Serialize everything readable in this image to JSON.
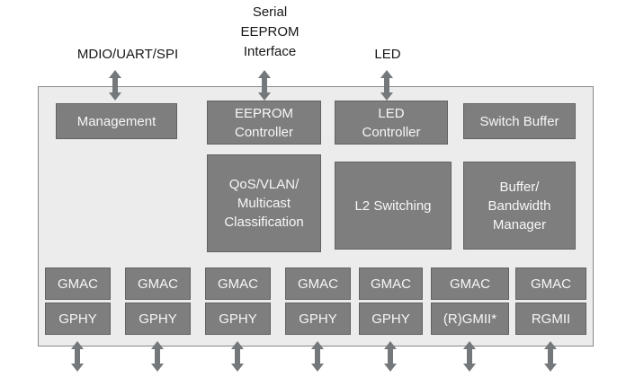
{
  "external_labels": {
    "mdio_uart_spi": "MDIO/UART/SPI",
    "serial_eeprom": "Serial\nEEPROM\nInterface",
    "led": "LED"
  },
  "blocks": {
    "management": "Management",
    "eeprom_controller": "EEPROM\nController",
    "led_controller": "LED\nController",
    "switch_buffer": "Switch Buffer",
    "qos_vlan_multicast": "QoS/VLAN/\nMulticast\nClassification",
    "l2_switching": "L2 Switching",
    "buffer_bandwidth_manager": "Buffer/\nBandwidth\nManager"
  },
  "ports": [
    {
      "mac": "GMAC",
      "phy": "GPHY"
    },
    {
      "mac": "GMAC",
      "phy": "GPHY"
    },
    {
      "mac": "GMAC",
      "phy": "GPHY"
    },
    {
      "mac": "GMAC",
      "phy": "GPHY"
    },
    {
      "mac": "GMAC",
      "phy": "GPHY"
    },
    {
      "mac": "GMAC",
      "phy": "(R)GMII*"
    },
    {
      "mac": "GMAC",
      "phy": "RGMII"
    }
  ],
  "icons": {
    "arrow": "bidirectional-vertical-arrow"
  },
  "colors": {
    "block_fill": "#7e7e7e",
    "block_border": "#626262",
    "block_text": "#f7f7f7",
    "container_fill": "#ececec",
    "container_border": "#8a8a8a",
    "arrow": "#75787b",
    "label_text": "#161616",
    "background": "#ffffff"
  }
}
